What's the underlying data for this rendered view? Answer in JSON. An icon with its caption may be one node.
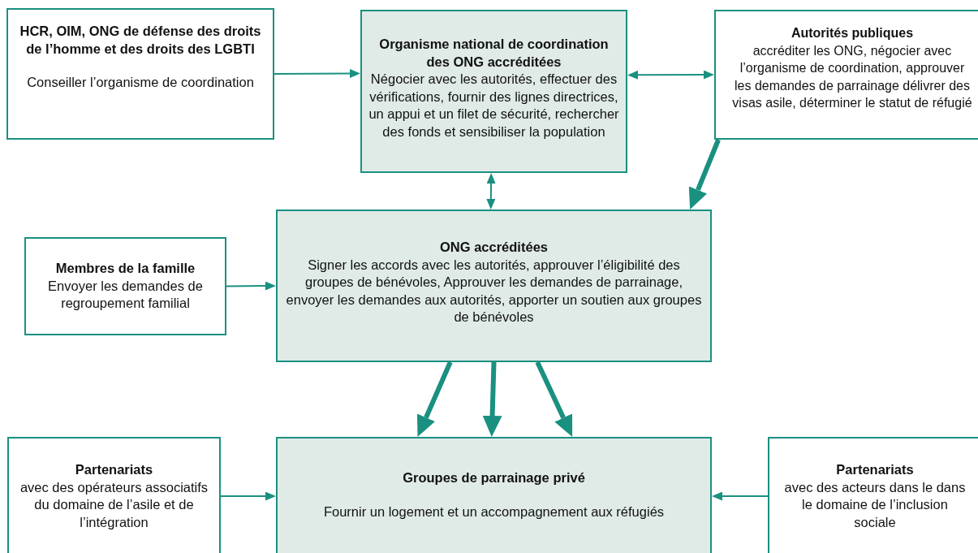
{
  "diagram": {
    "nodes": [
      {
        "text": [
          "HCR, OIM, ONG de défense des droits de l’homme et des droits des LGBTI",
          "Conseiller l’organisme de coordination"
        ]
      },
      {
        "text": [
          "Organisme national de coordination des ONG accréditées",
          "Négocier avec les autorités, effectuer des vérifications, fournir des lignes directrices, un appui et un filet de sécurité, rechercher des fonds et sensibiliser la population"
        ]
      },
      {
        "text": [
          "Autorités publiques",
          "accréditer les ONG, négocier avec l’organisme de coordination, approuver les demandes de parrainage délivrer des visas asile, déterminer le statut de réfugié"
        ]
      },
      {
        "text": [
          "Membres de la famille",
          "Envoyer les demandes de regroupement familial"
        ]
      },
      {
        "text": [
          "ONG accréditées",
          "Signer les accords avec les autorités, approuver l’éligibilité des groupes de bénévoles, Approuver les demandes de parrainage, envoyer les demandes aux autorités, apporter un soutien aux groupes de bénévoles"
        ]
      },
      {
        "text": [
          "Partenariats",
          "avec des opérateurs associatifs du domaine de l’asile et de l’intégration"
        ]
      },
      {
        "text": [
          "Groupes de parrainage privé",
          "Fournir un logement et un accompagnement aux réfugiés"
        ]
      },
      {
        "text": [
          "Partenariats",
          "avec des acteurs dans le dans le domaine de l’inclusion sociale"
        ]
      }
    ],
    "edges": [
      {
        "from": 0,
        "to": 1,
        "arrow": "to"
      },
      {
        "from": 1,
        "to": 2,
        "arrow": "both"
      },
      {
        "from": 1,
        "to": 4,
        "arrow": "both"
      },
      {
        "from": 2,
        "to": 4,
        "arrow": "to",
        "style": "thick"
      },
      {
        "from": 3,
        "to": 4,
        "arrow": "to"
      },
      {
        "from": 4,
        "to": 6,
        "arrow": "to",
        "style": "thick"
      },
      {
        "from": 4,
        "to": 6,
        "arrow": "to",
        "style": "thick"
      },
      {
        "from": 4,
        "to": 6,
        "arrow": "to",
        "style": "thick"
      },
      {
        "from": 5,
        "to": 6,
        "arrow": "to"
      },
      {
        "from": 7,
        "to": 6,
        "arrow": "to"
      }
    ]
  }
}
